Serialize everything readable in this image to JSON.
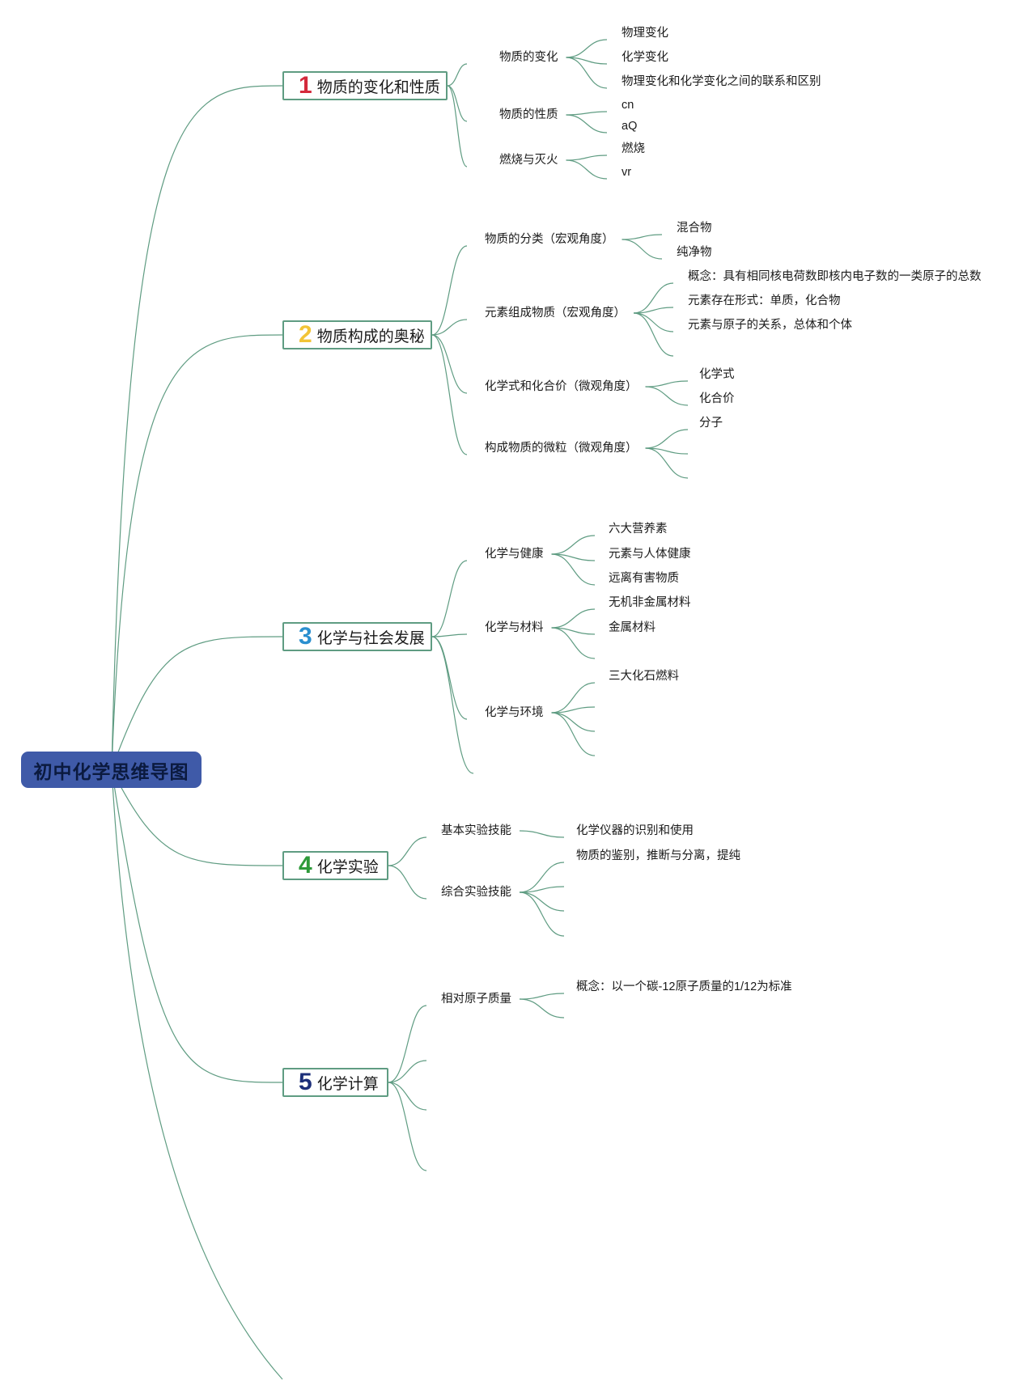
{
  "title": "初中化学思维导图",
  "colors": {
    "link": "#5f9c82",
    "root_fill": "#3f5aa8",
    "root_text": "#0b1a3f"
  },
  "branches": [
    {
      "num": "1",
      "color": "#d42a3c",
      "title": "物质的变化和性质",
      "topics": [
        {
          "label": "物质的变化",
          "items": [
            "物理变化",
            "化学变化",
            "物理变化和化学变化之间的联系和区别"
          ]
        },
        {
          "label": "物质的性质",
          "items": [
            "cn",
            "aQ"
          ]
        },
        {
          "label": "燃烧与灭火",
          "items": [
            "燃烧",
            "vr"
          ]
        }
      ]
    },
    {
      "num": "2",
      "color": "#f2c436",
      "title": "物质构成的奥秘",
      "topics": [
        {
          "label": "物质的分类（宏观角度）",
          "items": [
            "混合物",
            "纯净物"
          ]
        },
        {
          "label": "元素组成物质（宏观角度）",
          "items": [
            "概念：具有相同核电荷数即核内电子数的一类原子的总数",
            "元素存在形式：单质，化合物",
            "元素与原子的关系，总体和个体"
          ]
        },
        {
          "label": "化学式和化合价（微观角度）",
          "items": [
            "化学式",
            "化合价"
          ]
        },
        {
          "label": "构成物质的微粒（微观角度）",
          "items": [
            "分子"
          ]
        }
      ]
    },
    {
      "num": "3",
      "color": "#2a8fcf",
      "title": "化学与社会发展",
      "topics": [
        {
          "label": "化学与健康",
          "items": [
            "六大营养素",
            "元素与人体健康",
            "远离有害物质"
          ]
        },
        {
          "label": "化学与材料",
          "items": [
            "无机非金属材料",
            "金属材料"
          ]
        },
        {
          "label": "化学与环境",
          "items": [
            "三大化石燃料"
          ]
        }
      ]
    },
    {
      "num": "4",
      "color": "#2e9a3a",
      "title": "化学实验",
      "topics": [
        {
          "label": "基本实验技能",
          "items": [
            "化学仪器的识别和使用"
          ]
        },
        {
          "label": "综合实验技能",
          "items": [
            "物质的鉴别，推断与分离，提纯"
          ]
        }
      ]
    },
    {
      "num": "5",
      "color": "#1d2f7a",
      "title": "化学计算",
      "topics": [
        {
          "label": "相对原子质量",
          "items": [
            "概念：以一个碳-12原子质量的1/12为标准"
          ]
        }
      ]
    }
  ]
}
